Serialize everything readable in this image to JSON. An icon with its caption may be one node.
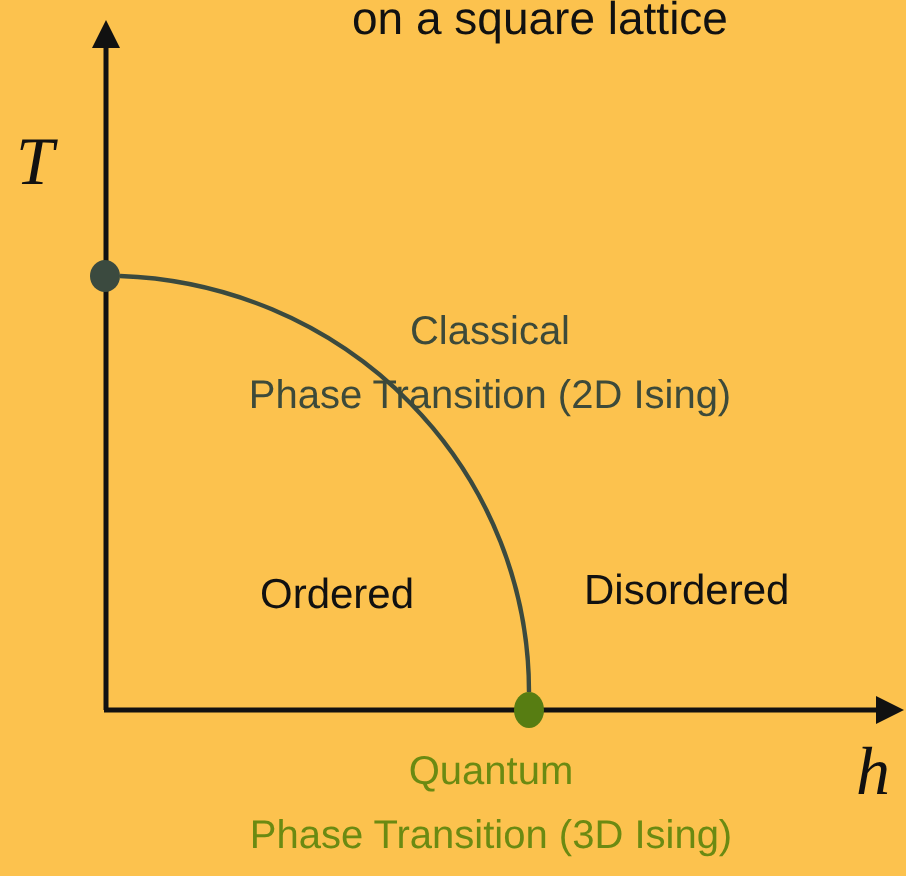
{
  "diagram": {
    "title": "on a square lattice",
    "nodes": [
      {
        "text": [],
        "shape": "circle"
      },
      {
        "text": [],
        "shape": "circle",
        "beside": [
          "Quantum Phase Transition (3D Ising)"
        ]
      }
    ],
    "edges": [
      {
        "from": 0,
        "to": 1,
        "arrow": "none"
      }
    ],
    "labels": [
      "T",
      "Classical Phase Transition (2D Ising)",
      "Ordered",
      "Disordered",
      "h"
    ]
  }
}
